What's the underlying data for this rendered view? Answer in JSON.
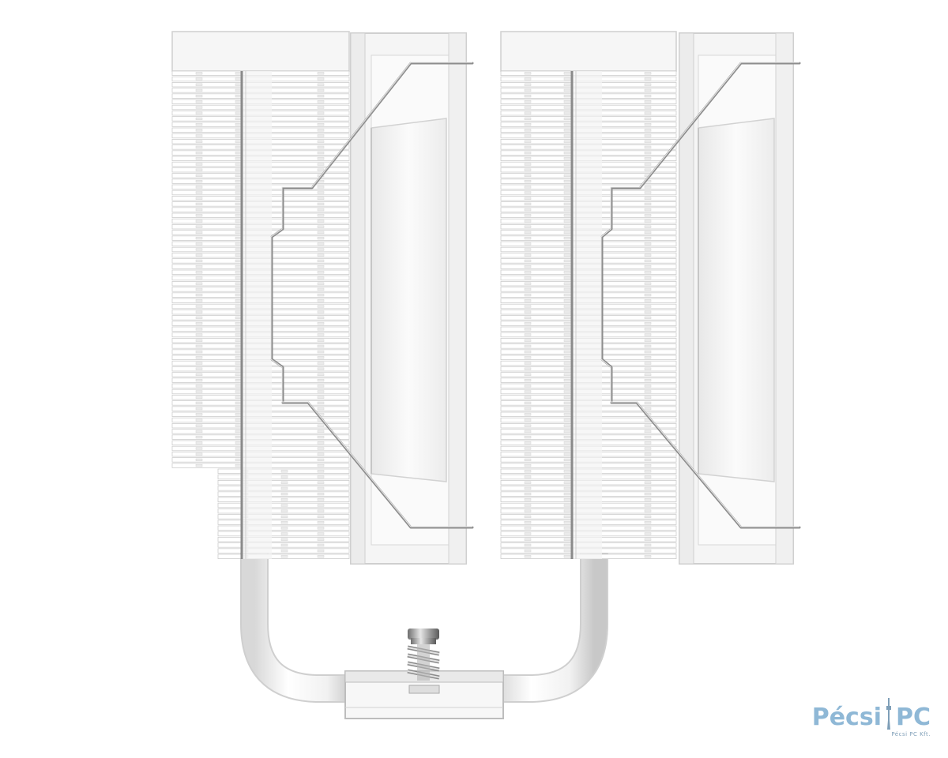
{
  "watermark": {
    "brand_left": "Pécsi",
    "brand_right": "PC",
    "company": "Pécsi PC Kft.",
    "color": "#8fb8d6"
  },
  "colors": {
    "background": "#ffffff",
    "fin": "#ffffff",
    "fin_edge": "#c9c9c9",
    "fan_frame": "#f4f4f4",
    "metal": "#9a9a9a"
  },
  "icons": {
    "tower_glyph": "tv-tower-icon"
  }
}
